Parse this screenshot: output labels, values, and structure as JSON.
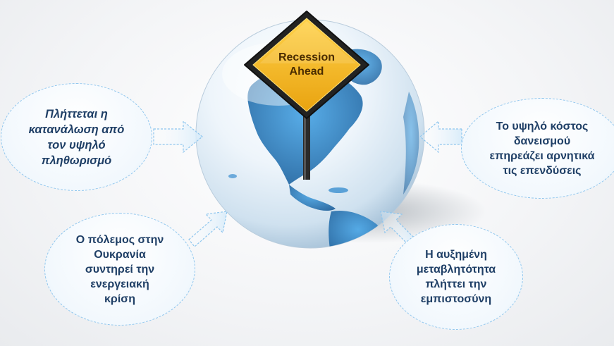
{
  "sign": {
    "text": "Recession\nAhead"
  },
  "bubbles": {
    "left": "Πλήττεται η\nκατανάλωση από\nτον υψηλό\nπληθωρισμό",
    "right": "Το υψηλό κόστος\nδανεισμού\nεπηρεάζει αρνητικά\nτις επενδύσεις",
    "bottom_left": "Ο πόλεμος στην\nΟυκρανία\nσυντηρεί την\nενεργειακή\nκρίση",
    "bottom_right": "Η αυξημένη\nμεταβλητότητα\nπλήττει την\nεμπιστοσύνη"
  },
  "colors": {
    "text": "#1f3f66",
    "bubble_border": "#8fc6ee",
    "sign_fill": "#f2b51c",
    "sign_border": "#222222",
    "ocean": "#2d7fc0"
  }
}
